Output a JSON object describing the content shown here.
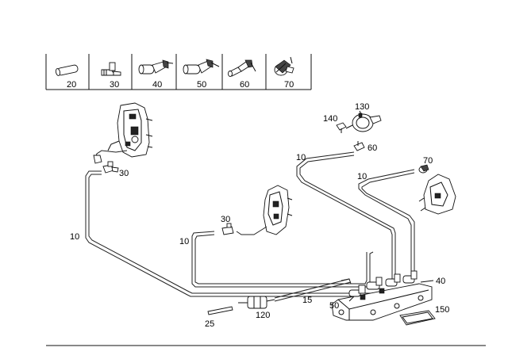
{
  "legend_parts": [
    {
      "number": "20",
      "icon": "straight-connector-icon"
    },
    {
      "number": "30",
      "icon": "small-elbow-connector-icon"
    },
    {
      "number": "40",
      "icon": "elbow-connector-icon"
    },
    {
      "number": "50",
      "icon": "elbow-connector-long-icon"
    },
    {
      "number": "60",
      "icon": "angled-nipple-connector-icon"
    },
    {
      "number": "70",
      "icon": "cap-connector-icon"
    }
  ],
  "callouts": {
    "c130": "130",
    "c140": "140",
    "c60": "60",
    "c10_top": "10",
    "c10_right": "10",
    "c70": "70",
    "c30_left": "30",
    "c30_center": "30",
    "c10_left": "10",
    "c10_center": "10",
    "c40": "40",
    "c15": "15",
    "c50": "50",
    "c150": "150",
    "c25": "25",
    "c120": "120"
  }
}
